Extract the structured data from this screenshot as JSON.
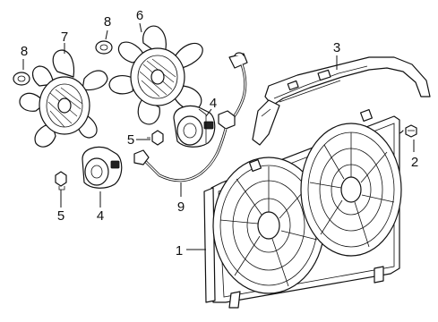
{
  "diagram": {
    "callouts": [
      {
        "id": "1",
        "label": "1",
        "part": "radiator-fan-shroud"
      },
      {
        "id": "2",
        "label": "2",
        "part": "shroud-bolt"
      },
      {
        "id": "3",
        "label": "3",
        "part": "upper-air-baffle"
      },
      {
        "id": "4a",
        "label": "4",
        "part": "fan-motor-right"
      },
      {
        "id": "4b",
        "label": "4",
        "part": "fan-motor-left"
      },
      {
        "id": "5a",
        "label": "5",
        "part": "motor-bolt-right"
      },
      {
        "id": "5b",
        "label": "5",
        "part": "motor-bolt-left"
      },
      {
        "id": "6",
        "label": "6",
        "part": "fan-blade-right"
      },
      {
        "id": "7",
        "label": "7",
        "part": "fan-blade-left"
      },
      {
        "id": "8a",
        "label": "8",
        "part": "retainer-nut-right"
      },
      {
        "id": "8b",
        "label": "8",
        "part": "retainer-nut-left"
      },
      {
        "id": "9",
        "label": "9",
        "part": "wiring-harness"
      }
    ]
  }
}
